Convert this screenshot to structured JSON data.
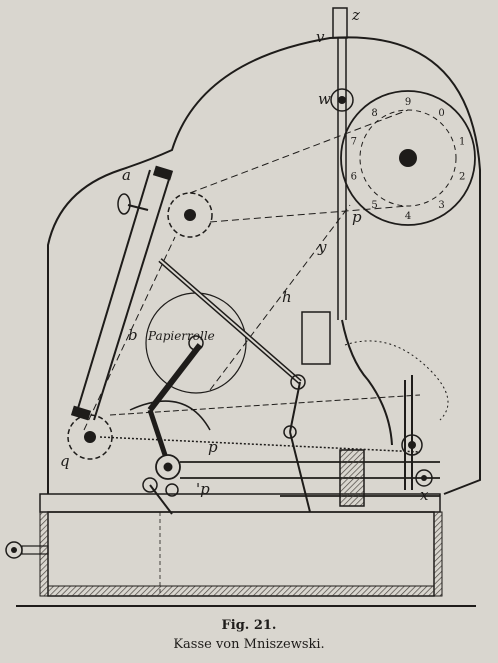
{
  "caption": {
    "figure_number": "Fig. 21.",
    "title": "Kasse von Mniszewski."
  },
  "labels": {
    "z": "z",
    "v": "v",
    "w": "w",
    "a": "a",
    "p_upper": "p",
    "y": "y",
    "h": "h",
    "b": "b",
    "paper_roll": "Papierrolle",
    "q": "q",
    "p_lower": "p",
    "p_prime": "'p",
    "x": "x"
  },
  "dial_digits": [
    "0",
    "1",
    "2",
    "3",
    "4",
    "5",
    "6",
    "7",
    "8",
    "9"
  ],
  "colors": {
    "ink": "#1e1c1a",
    "paper": "#d9d6cf",
    "hatch": "#4a4540"
  }
}
